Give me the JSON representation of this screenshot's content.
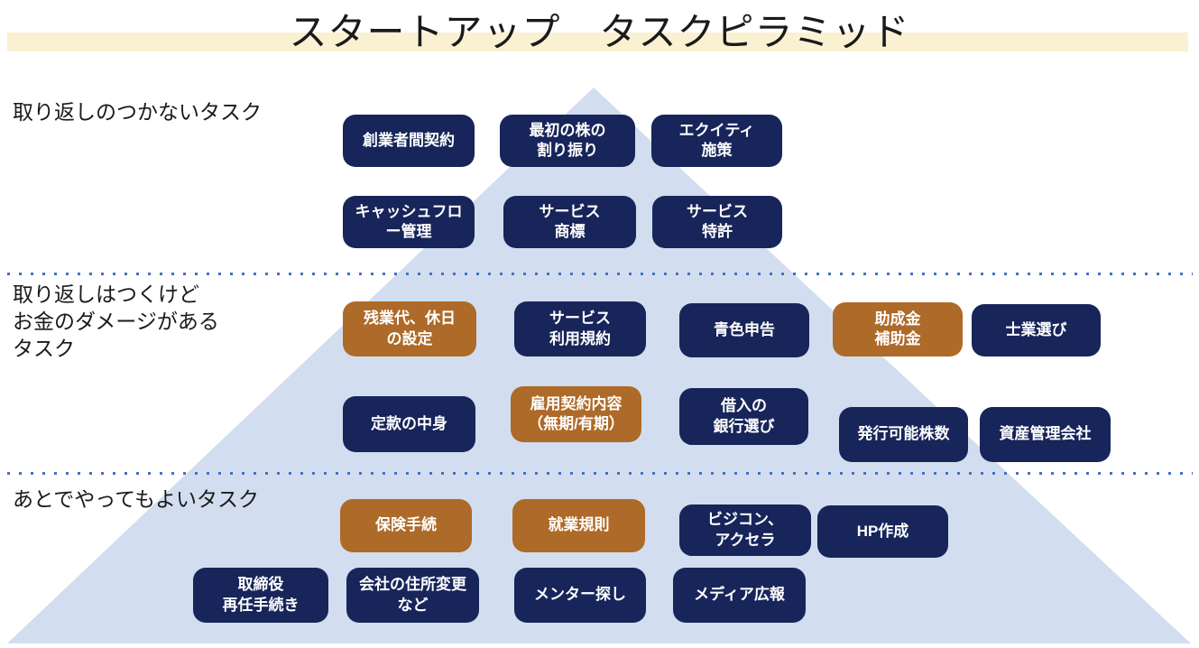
{
  "title": {
    "text": "スタートアップ　タスクピラミッド"
  },
  "colors": {
    "box_navy": "#17255A",
    "box_orange": "#AE6A28",
    "pyramid_fill": "#D2DEEF",
    "title_highlight": "#FAF0D2",
    "dotted_line": "#4472C4"
  },
  "tier_labels": [
    {
      "text": "取り返しのつかないタスク"
    },
    {
      "text": "取り返しはつくけど\nお金のダメージがある\nタスク"
    },
    {
      "text": "あとでやってもよいタスク"
    }
  ],
  "boxes": [
    {
      "label": "創業者間契約",
      "variant": "navy"
    },
    {
      "label": "最初の株の\n割り振り",
      "variant": "navy"
    },
    {
      "label": "エクイティ\n施策",
      "variant": "navy"
    },
    {
      "label": "キャッシュフロ\nー管理",
      "variant": "navy"
    },
    {
      "label": "サービス\n商標",
      "variant": "navy"
    },
    {
      "label": "サービス\n特許",
      "variant": "navy"
    },
    {
      "label": "残業代、休日\nの設定",
      "variant": "orange"
    },
    {
      "label": "サービス\n利用規約",
      "variant": "navy"
    },
    {
      "label": "青色申告",
      "variant": "navy"
    },
    {
      "label": "助成金\n補助金",
      "variant": "orange"
    },
    {
      "label": "士業選び",
      "variant": "navy"
    },
    {
      "label": "定款の中身",
      "variant": "navy"
    },
    {
      "label": "雇用契約内容\n（無期/有期）",
      "variant": "orange"
    },
    {
      "label": "借入の\n銀行選び",
      "variant": "navy"
    },
    {
      "label": "発行可能株数",
      "variant": "navy"
    },
    {
      "label": "資産管理会社",
      "variant": "navy"
    },
    {
      "label": "保険手続",
      "variant": "orange"
    },
    {
      "label": "就業規則",
      "variant": "orange"
    },
    {
      "label": "ビジコン、\nアクセラ",
      "variant": "navy"
    },
    {
      "label": "HP作成",
      "variant": "navy"
    },
    {
      "label": "取締役\n再任手続き",
      "variant": "navy"
    },
    {
      "label": "会社の住所変更\nなど",
      "variant": "navy"
    },
    {
      "label": "メンター探し",
      "variant": "navy"
    },
    {
      "label": "メディア広報",
      "variant": "navy"
    }
  ]
}
